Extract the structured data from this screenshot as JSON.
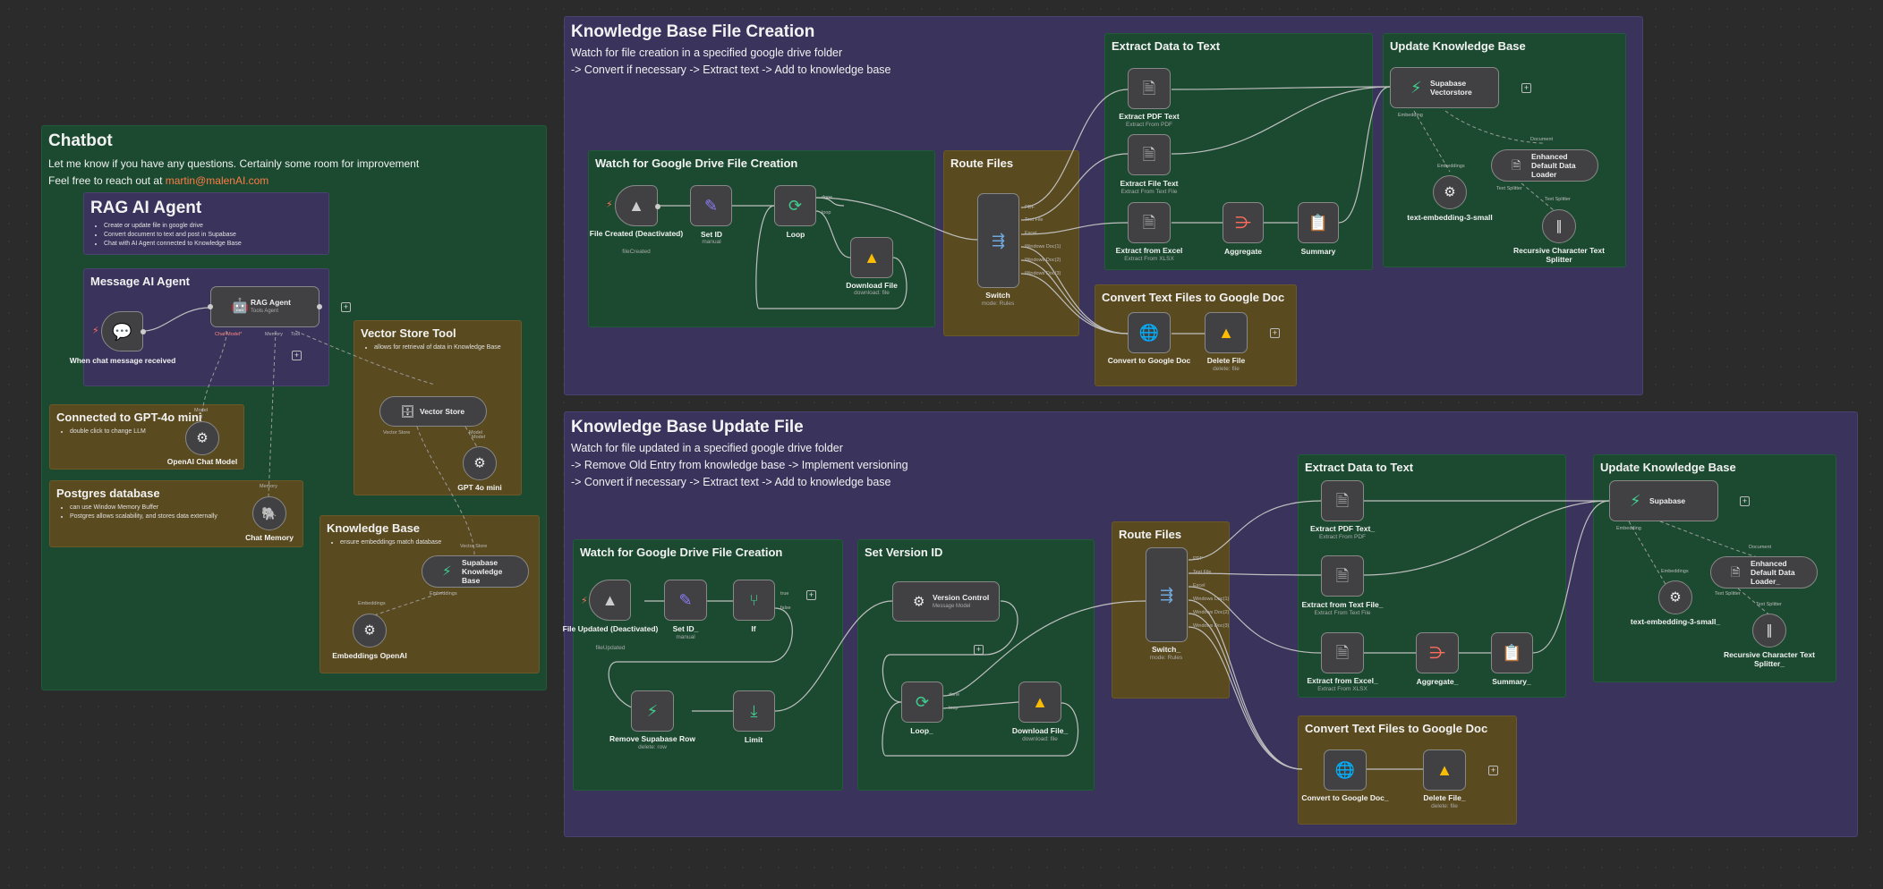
{
  "stickies": {
    "chatbot": {
      "title": "Chatbot",
      "line1": "Let me know if you have any questions. Certainly some room for improvement",
      "line2": "Feel free to reach out at ",
      "email": "martin@malenAI.com"
    },
    "rag": {
      "title": "RAG AI Agent",
      "bullets": [
        "Create or update file in google drive",
        "Convert document to text and post in Supabase",
        "Chat with AI Agent connected to Knowledge Base"
      ]
    },
    "message_agent": {
      "title": "Message AI Agent"
    },
    "vector_tool": {
      "title": "Vector Store Tool",
      "bullets": [
        "allows for retrieval of data in Knowledge Base"
      ]
    },
    "gpt4omini": {
      "title": "Connected to GPT-4o mini",
      "bullets": [
        "double click to change LLM"
      ]
    },
    "postgres": {
      "title": "Postgres database",
      "bullets": [
        "can use Window Memory Buffer",
        "Postgres allows scalability, and stores data externally"
      ]
    },
    "knowledge_base": {
      "title": "Knowledge Base",
      "bullets": [
        "ensure embeddings match database"
      ]
    },
    "kb_creation": {
      "title": "Knowledge Base File Creation",
      "line1": "Watch for file creation in a specified google drive folder",
      "line2": "-> Convert if necessary -> Extract text -> Add to knowledge base"
    },
    "watch_create": {
      "title": "Watch for Google Drive File Creation"
    },
    "route_files_1": {
      "title": "Route Files"
    },
    "extract_1": {
      "title": "Extract Data to Text"
    },
    "update_kb_1": {
      "title": "Update Knowledge Base"
    },
    "convert_1": {
      "title": "Convert Text Files to Google Doc"
    },
    "kb_update": {
      "title": "Knowledge Base Update File",
      "line1": "Watch for file updated in a specified google drive folder",
      "line2": "-> Remove Old Entry from knowledge base -> Implement versioning",
      "line3": "-> Convert if necessary -> Extract text -> Add to knowledge base"
    },
    "watch_update": {
      "title": "Watch for Google Drive File Creation"
    },
    "set_version": {
      "title": "Set Version ID"
    },
    "route_files_2": {
      "title": "Route Files"
    },
    "extract_2": {
      "title": "Extract Data to Text"
    },
    "update_kb_2": {
      "title": "Update Knowledge Base"
    },
    "convert_2": {
      "title": "Convert Text Files to Google Doc"
    }
  },
  "nodes": {
    "chat_trigger": {
      "title": "When chat message received",
      "icon": "chat-icon"
    },
    "rag_agent": {
      "title": "RAG Agent",
      "sub": "Tools Agent",
      "icon": "robot-icon",
      "ports": [
        "Chat Model*",
        "Memory",
        "Tool"
      ]
    },
    "vector_store": {
      "title": "Vector Store",
      "icon": "database-icon",
      "ports": [
        "Vector Store",
        "Model"
      ]
    },
    "openai_chat": {
      "title": "OpenAI Chat Model",
      "port": "Model",
      "icon": "openai-icon"
    },
    "gpt4o_mini": {
      "title": "GPT 4o mini",
      "port": "Model",
      "icon": "openai-icon"
    },
    "chat_memory": {
      "title": "Chat Memory",
      "port": "Memory",
      "icon": "postgres-icon"
    },
    "supabase_kb": {
      "title": "Supabase Knowledge Base",
      "port": "Vector Store",
      "sub_port": "Embeddings",
      "icon": "supabase-icon"
    },
    "emb_openai": {
      "title": "Embeddings OpenAI",
      "port": "Embeddings",
      "icon": "openai-icon"
    },
    "file_created": {
      "title": "File Created (Deactivated)",
      "sub": "fileCreated",
      "icon": "gdrive-icon"
    },
    "set_id": {
      "title": "Set ID",
      "sub": "manual",
      "icon": "pencil-icon"
    },
    "loop": {
      "title": "Loop",
      "outs": [
        "done",
        "loop"
      ],
      "icon": "loop-icon"
    },
    "download_file": {
      "title": "Download File",
      "sub": "download: file",
      "icon": "gdrive-color-icon"
    },
    "switch": {
      "title": "Switch",
      "sub": "mode: Rules",
      "outs": [
        "PDF",
        "Text File",
        "Excel",
        "Windows Doc(1)",
        "Windows Doc(2)",
        "Windows Doc(3)"
      ],
      "icon": "switch-icon"
    },
    "extract_pdf": {
      "title": "Extract PDF Text",
      "sub": "Extract From PDF",
      "icon": "file-extract-icon"
    },
    "extract_file": {
      "title": "Extract File Text",
      "sub": "Extract From Text File",
      "icon": "file-extract-icon"
    },
    "extract_excel": {
      "title": "Extract from Excel",
      "sub": "Extract From XLSX",
      "icon": "file-extract-icon"
    },
    "aggregate": {
      "title": "Aggregate",
      "icon": "aggregate-icon"
    },
    "summary": {
      "title": "Summary",
      "icon": "summary-icon"
    },
    "supabase_vs": {
      "title": "Supabase Vectorstore",
      "ports": [
        "Embedding",
        "Document"
      ],
      "icon": "supabase-icon"
    },
    "text_emb": {
      "title": "text-embedding-3-small",
      "port": "Embeddings",
      "icon": "openai-icon"
    },
    "doc_loader": {
      "title": "Enhanced Default Data Loader",
      "ports": [
        "Document",
        "Text Splitter"
      ],
      "icon": "doc-icon"
    },
    "splitter": {
      "title": "Recursive Character Text Splitter",
      "port": "Text Splitter",
      "icon": "splitter-icon"
    },
    "convert_gdoc": {
      "title": "Convert to Google Doc",
      "icon": "globe-icon"
    },
    "delete_file": {
      "title": "Delete File",
      "sub": "delete: file",
      "icon": "gdrive-color-icon"
    },
    "file_updated": {
      "title": "File Updated (Deactivated)",
      "sub": "fileUpdated",
      "icon": "gdrive-icon"
    },
    "set_id_2": {
      "title": "Set ID_",
      "sub": "manual",
      "icon": "pencil-icon"
    },
    "if": {
      "title": "If",
      "outs": [
        "true",
        "false"
      ],
      "icon": "if-icon"
    },
    "remove_row": {
      "title": "Remove Supabase Row",
      "sub": "delete: row",
      "icon": "supabase-icon"
    },
    "limit": {
      "title": "Limit",
      "icon": "limit-icon"
    },
    "version_control": {
      "title": "Version Control",
      "sub": "Message Model",
      "icon": "openai-icon"
    },
    "loop_2": {
      "title": "Loop_",
      "outs": [
        "done",
        "loop"
      ],
      "icon": "loop-icon"
    },
    "download_file_2": {
      "title": "Download File_",
      "sub": "download: file",
      "icon": "gdrive-color-icon"
    },
    "switch_2": {
      "title": "Switch_",
      "sub": "mode: Rules",
      "outs": [
        "PDF",
        "Text File",
        "Excel",
        "Windows Doc(1)",
        "Windows Doc(2)",
        "Windows Doc(3)"
      ],
      "icon": "switch-icon"
    },
    "extract_pdf_2": {
      "title": "Extract PDF Text_",
      "sub": "Extract From PDF",
      "icon": "file-extract-icon"
    },
    "extract_text_2": {
      "title": "Extract from Text File_",
      "sub": "Extract From Text File",
      "icon": "file-extract-icon"
    },
    "extract_excel_2": {
      "title": "Extract from Excel_",
      "sub": "Extract From XLSX",
      "icon": "file-extract-icon"
    },
    "aggregate_2": {
      "title": "Aggregate_",
      "icon": "aggregate-icon"
    },
    "summary_2": {
      "title": "Summary_",
      "icon": "summary-icon"
    },
    "supabase_2": {
      "title": "Supabase",
      "ports": [
        "Embedding",
        "Document"
      ],
      "icon": "supabase-icon"
    },
    "text_emb_2": {
      "title": "text-embedding-3-small_",
      "port": "Embeddings",
      "icon": "openai-icon"
    },
    "doc_loader_2": {
      "title": "Enhanced Default Data Loader_",
      "ports": [
        "Document",
        "Text Splitter"
      ],
      "icon": "doc-icon"
    },
    "splitter_2": {
      "title": "Recursive Character Text Splitter_",
      "port": "Text Splitter",
      "icon": "splitter-icon"
    },
    "convert_gdoc_2": {
      "title": "Convert to Google Doc_",
      "icon": "globe-icon"
    },
    "delete_file_2": {
      "title": "Delete File_",
      "sub": "delete: file",
      "icon": "gdrive-color-icon"
    }
  },
  "colors": {
    "canvas": "#2b2b2b",
    "purple_note": "#3a335c",
    "green_note": "#1b4a30",
    "brown_note": "#5a4a1f",
    "node": "#414143",
    "accent": "#ff7a45",
    "trigger": "#ff6d5a"
  }
}
